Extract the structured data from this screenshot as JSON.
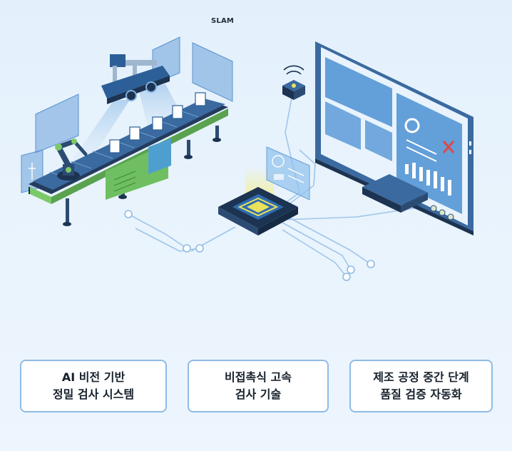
{
  "header": {
    "slam_label": "SLAM"
  },
  "captions": [
    {
      "text": "AI 비전 기반\n정밀 검사 시스템"
    },
    {
      "text": "비접촉식 고속\n검사 기술"
    },
    {
      "text": "제조 공정 중간 단계\n품질 검증 자동화"
    }
  ],
  "colors": {
    "background": "#eaf4fd",
    "steel_blue": "#2c5f97",
    "dark_navy": "#1c3352",
    "accent_green": "#7cc96a",
    "chip_yellow": "#e9e25a",
    "caption_border": "#8fbbe6"
  }
}
